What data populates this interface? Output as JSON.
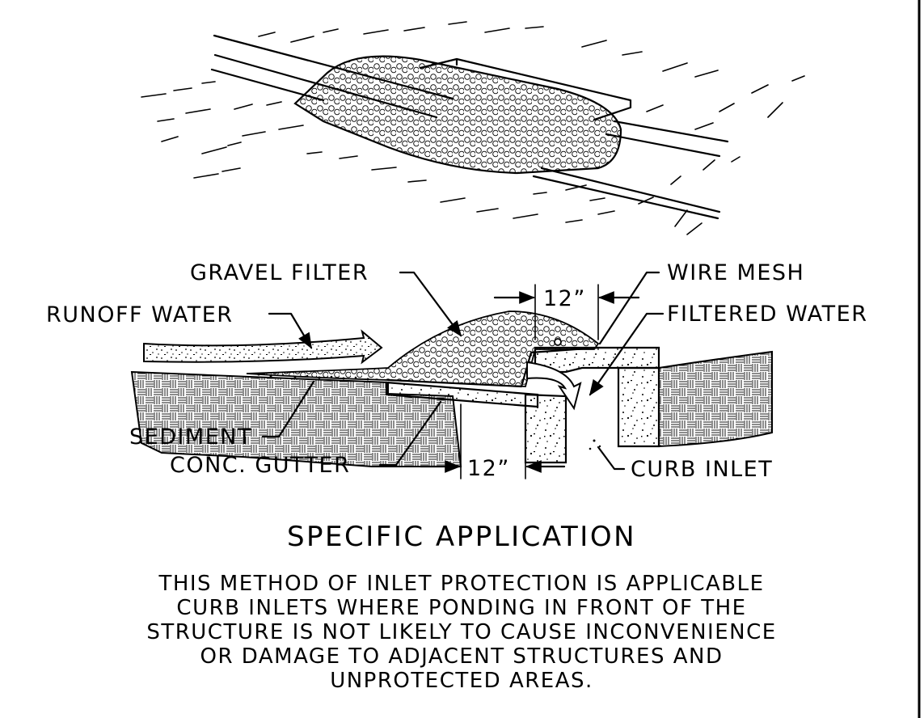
{
  "diagram": {
    "labels": {
      "gravel_filter": "GRAVEL FILTER",
      "runoff_water": "RUNOFF WATER",
      "wire_mesh": "WIRE MESH",
      "filtered_water": "FILTERED WATER",
      "sediment": "SEDIMENT",
      "conc_gutter": "CONC. GUTTER",
      "curb_inlet": "CURB INLET",
      "dim_top": "12”",
      "dim_bottom": "12”"
    },
    "title": "SPECIFIC APPLICATION",
    "description": [
      "THIS METHOD OF INLET PROTECTION IS APPLICABLE",
      "CURB INLETS WHERE PONDING IN FRONT OF THE",
      "STRUCTURE IS NOT LIKELY TO CAUSE INCONVENIENCE",
      "OR DAMAGE TO ADJACENT STRUCTURES AND",
      "UNPROTECTED AREAS."
    ]
  }
}
